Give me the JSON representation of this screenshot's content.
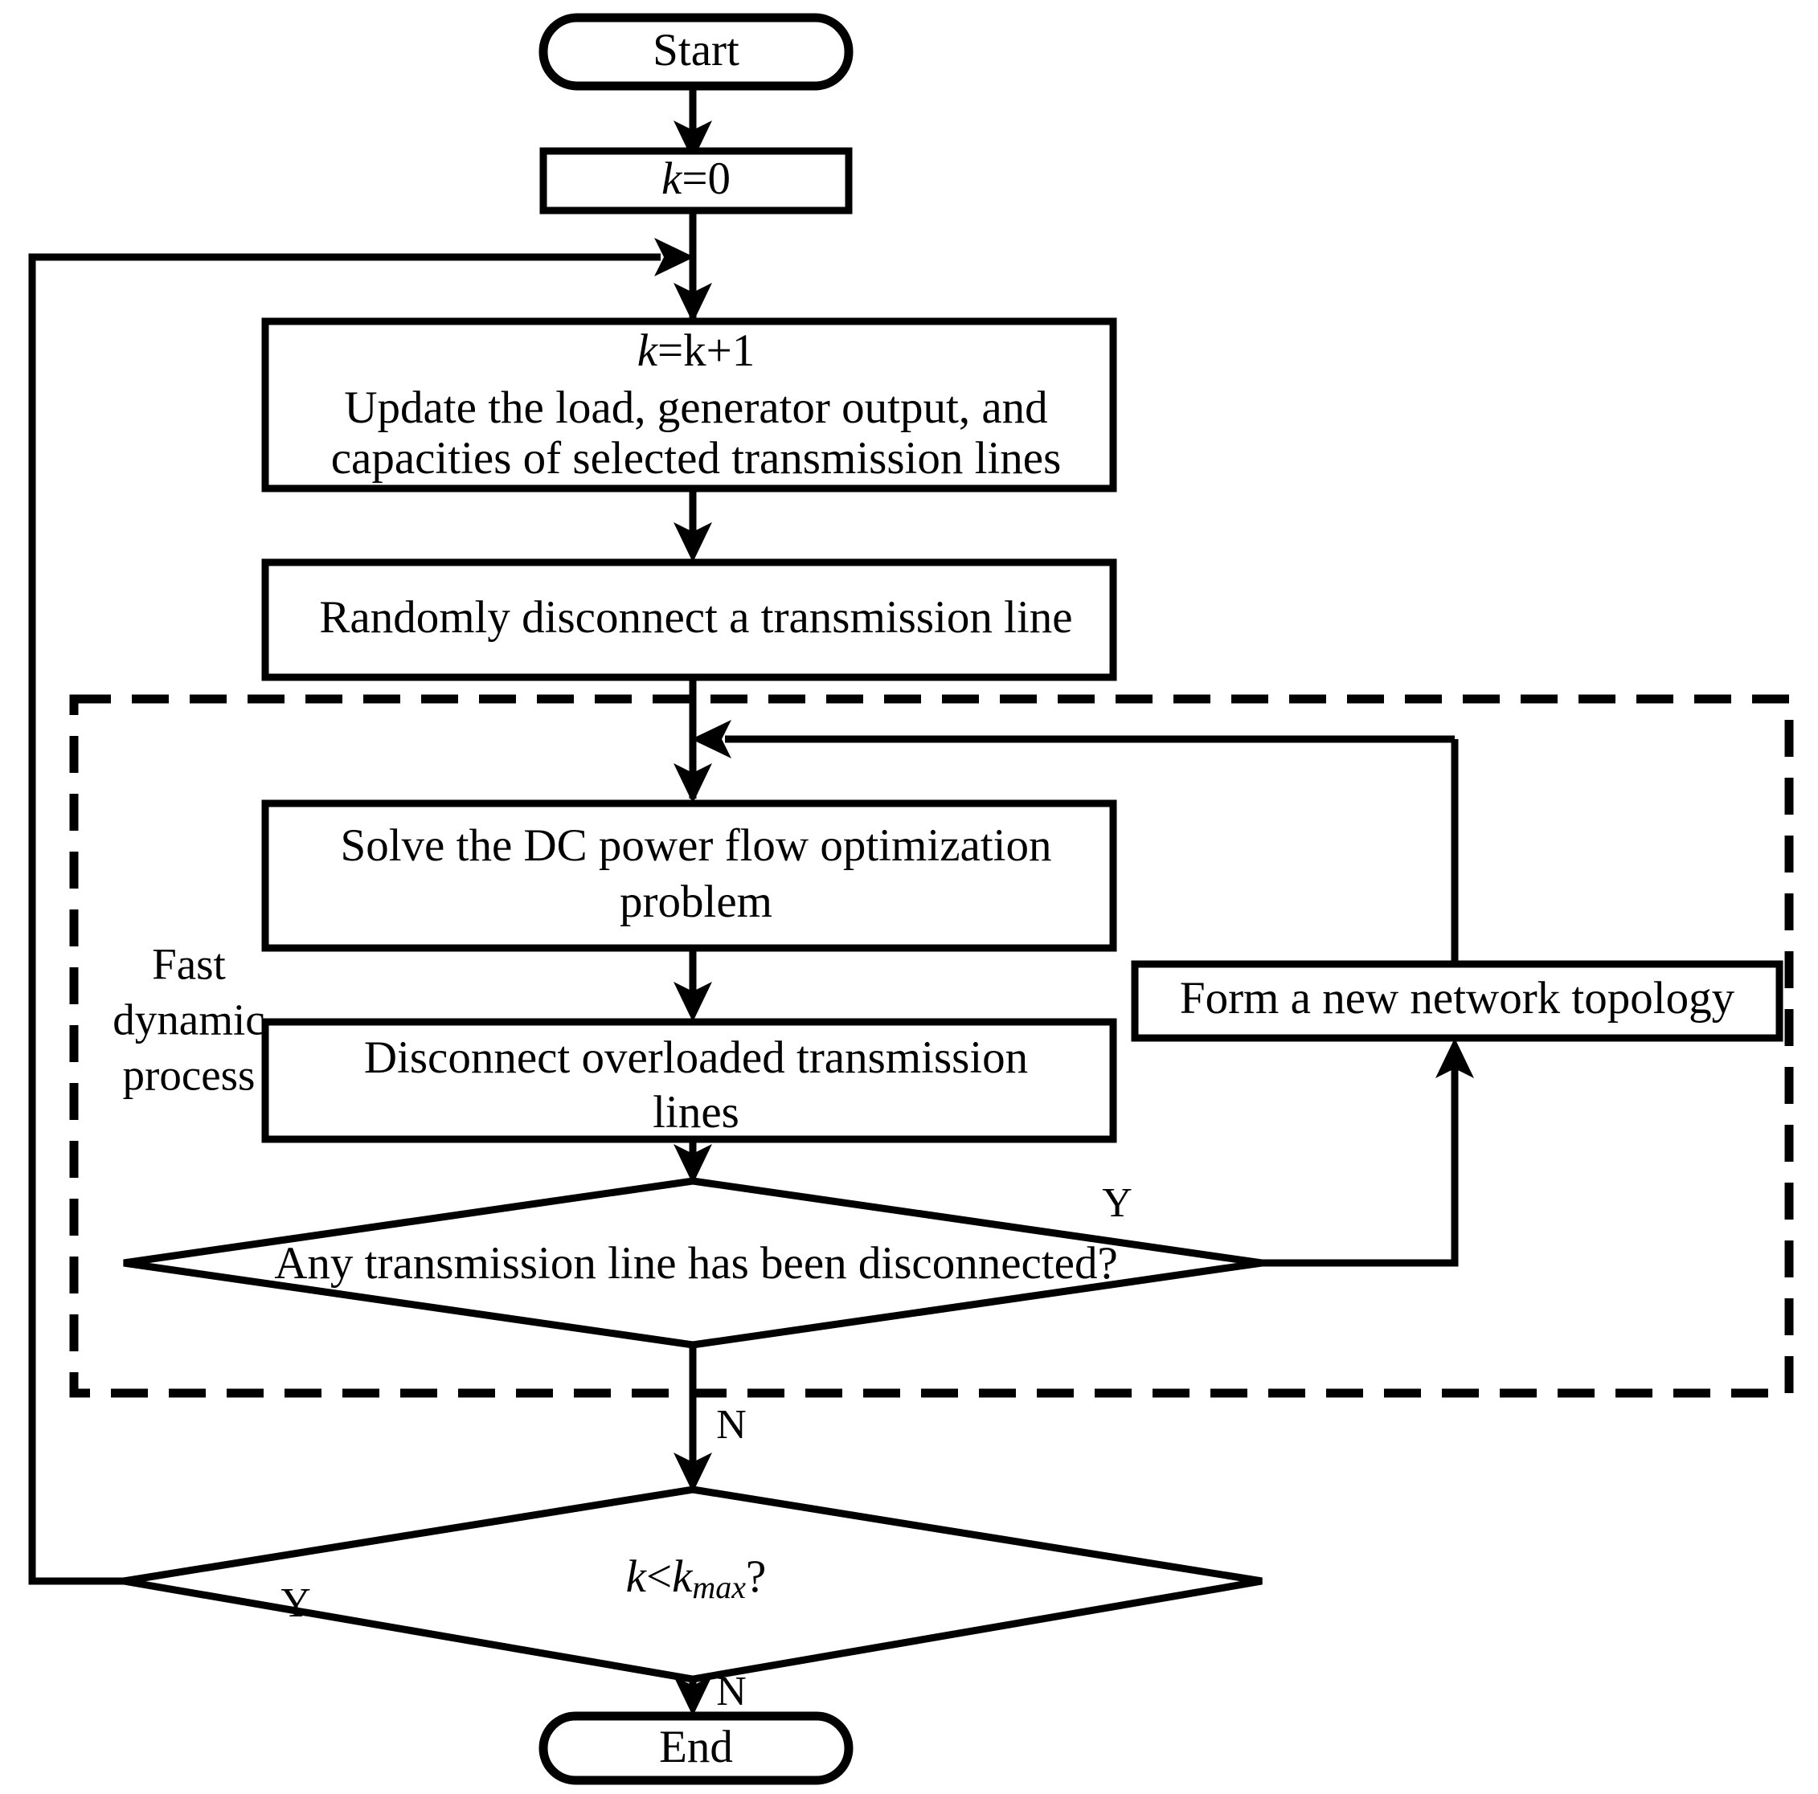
{
  "diagram": {
    "title": "Cascading failure simulation flowchart",
    "type": "flowchart",
    "background_color": "#ffffff",
    "line_color": "#000000"
  },
  "nodes": {
    "start": {
      "id": "start",
      "shape": "terminator",
      "label": "Start"
    },
    "k_init": {
      "id": "k_init",
      "shape": "process",
      "label": "k=0",
      "label_italic_part": "k",
      "label_rest": "=0"
    },
    "update": {
      "id": "update",
      "shape": "process",
      "line1_italic": "k",
      "line1_rest": "=k+1",
      "line1": "k=k+1",
      "line2": "Update the load, generator output, and",
      "line3": "capacities of selected transmission lines"
    },
    "disconnect_random": {
      "id": "disconnect_random",
      "shape": "process",
      "label": "Randomly disconnect a transmission line"
    },
    "solve_dc": {
      "id": "solve_dc",
      "shape": "process",
      "line1": "Solve the DC power flow optimization",
      "line2": "problem"
    },
    "disconnect_overloaded": {
      "id": "disconnect_overloaded",
      "shape": "process",
      "line1": "Disconnect overloaded transmission",
      "line2": "lines"
    },
    "decision_any_line": {
      "id": "decision_any_line",
      "shape": "decision",
      "label": "Any transmission line has been disconnected?"
    },
    "form_topology": {
      "id": "form_topology",
      "shape": "process",
      "label": "Form a new network topology"
    },
    "decision_kmax": {
      "id": "decision_kmax",
      "shape": "decision",
      "label": "k<kmax?",
      "part1": "k",
      "part2": "<",
      "part3": "k",
      "subscript": "max",
      "part4": "?"
    },
    "end": {
      "id": "end",
      "shape": "terminator",
      "label": "End"
    }
  },
  "edge_labels": {
    "any_line_yes": "Y",
    "any_line_no": "N",
    "kmax_yes": "Y",
    "kmax_no": "N"
  },
  "annotations": {
    "fast_dynamic_process": {
      "line1": "Fast",
      "line2": "dynamic",
      "line3": "process"
    }
  }
}
